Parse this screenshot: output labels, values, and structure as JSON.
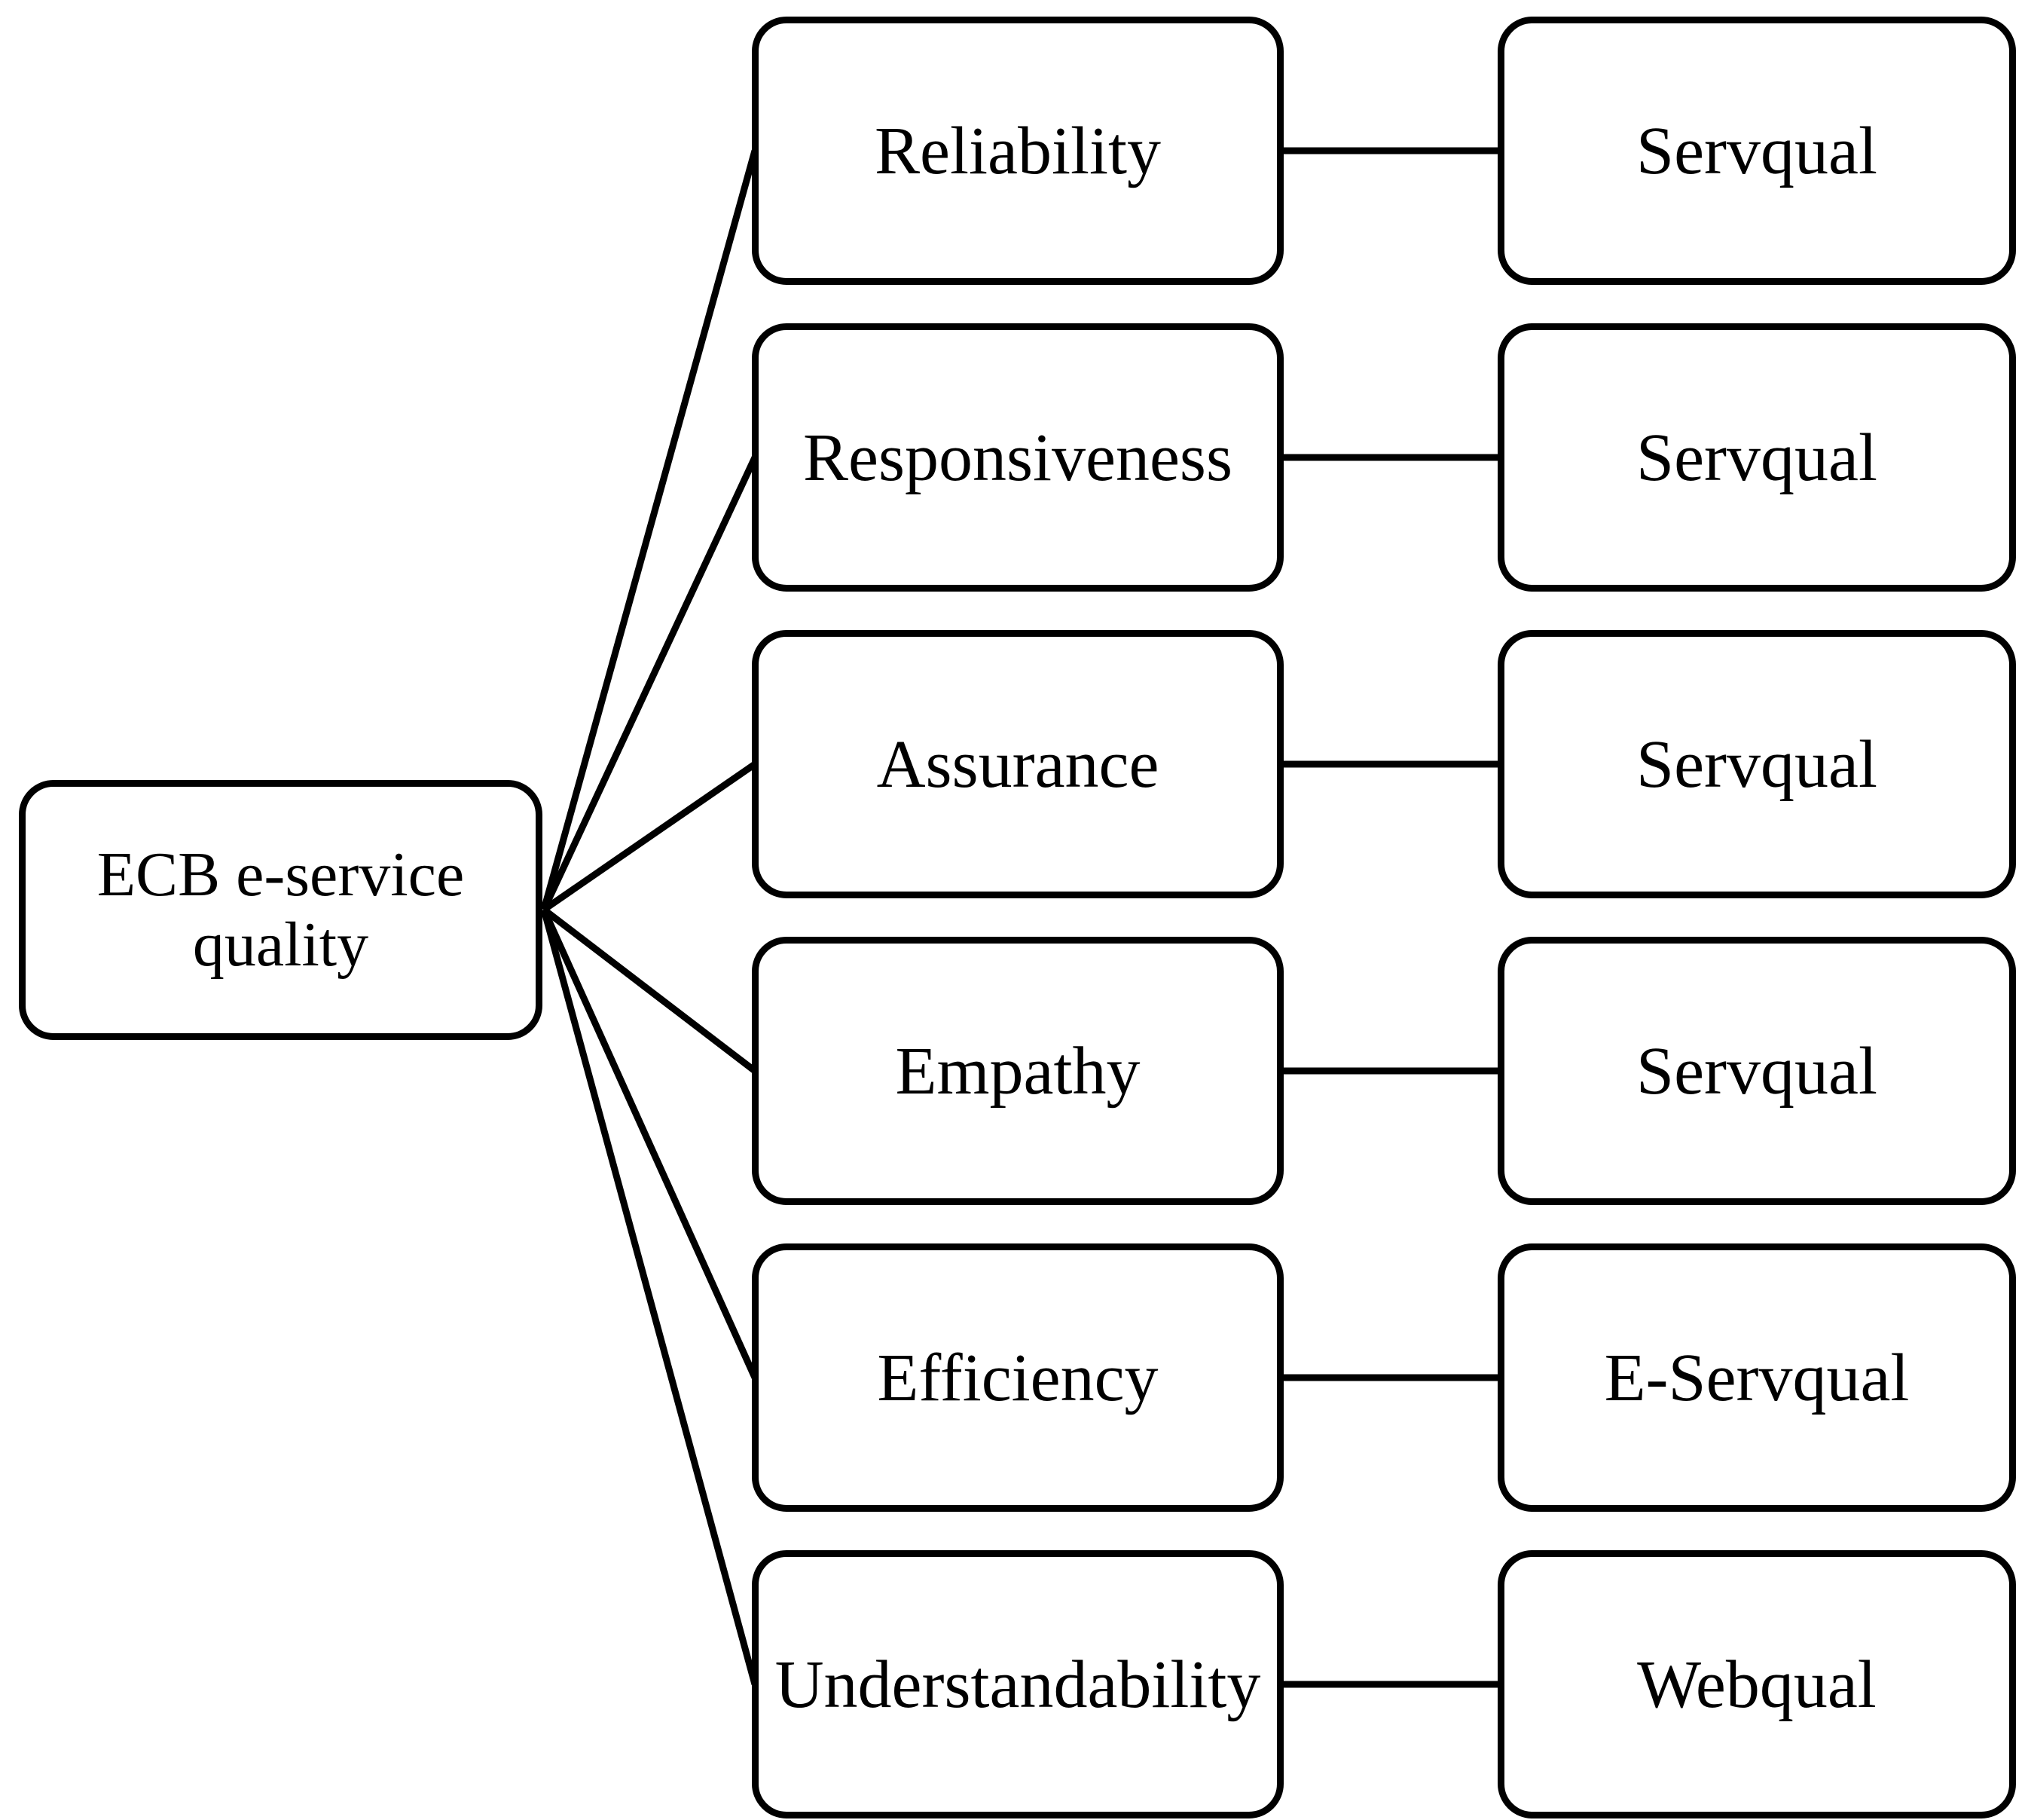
{
  "figure": {
    "background_color": "#ffffff",
    "line_color": "#000000",
    "text_color": "#000000",
    "root_label": "ECB e-service quality",
    "rows": [
      {
        "dimension": "Reliability",
        "model": "Servqual"
      },
      {
        "dimension": "Responsiveness",
        "model": "Servqual"
      },
      {
        "dimension": "Assurance",
        "model": "Servqual"
      },
      {
        "dimension": "Empathy",
        "model": "Servqual"
      },
      {
        "dimension": "Efficiency",
        "model": "E-Servqual"
      },
      {
        "dimension": "Understandability",
        "model": "Webqual"
      }
    ]
  }
}
